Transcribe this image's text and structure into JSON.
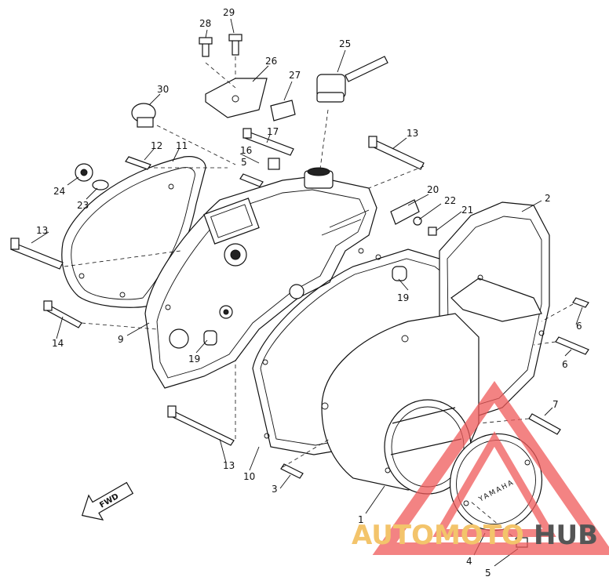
{
  "callouts": {
    "c1": "1",
    "c2": "2",
    "c3": "3",
    "c4": "4",
    "c5": "5",
    "c5b": "5",
    "c6a": "6",
    "c6b": "6",
    "c7": "7",
    "c9": "9",
    "c10": "10",
    "c11": "11",
    "c12": "12",
    "c13a": "13",
    "c13b": "13",
    "c13c": "13",
    "c14": "14",
    "c16": "16",
    "c17": "17",
    "c19a": "19",
    "c19b": "19",
    "c20": "20",
    "c21": "21",
    "c22": "22",
    "c23": "23",
    "c24": "24",
    "c25": "25",
    "c26": "26",
    "c27": "27",
    "c28": "28",
    "c29": "29",
    "c30": "30"
  },
  "fwd_label": "FWD",
  "cover_brand": "YAMAHA",
  "watermark": {
    "part1": "AUTOMOTO",
    "part2": "HUB"
  },
  "colors": {
    "watermark_red": "#ef5a5a",
    "watermark_gold": "#f3c46b",
    "watermark_gray": "#555555"
  }
}
